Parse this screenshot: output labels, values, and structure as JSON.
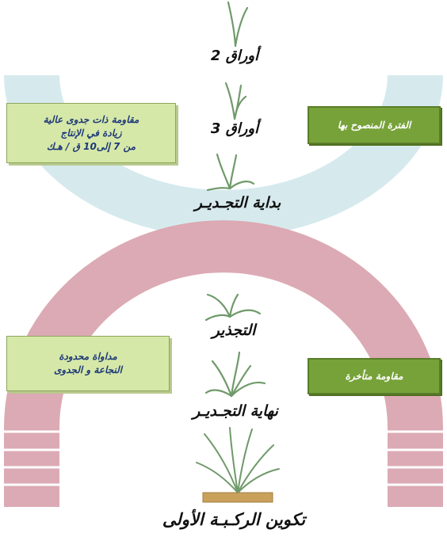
{
  "stages": {
    "leaves_2": "2 أوراق",
    "leaves_3": "3 أوراق",
    "tillering_start": "بداية التجـديـر",
    "tillering": "التجذير",
    "tillering_end": "نهاية التجـديـر",
    "first_node": "تكوين الركـبـة الأولى"
  },
  "boxes": {
    "top_left": {
      "lines": [
        "مقاومة ذات جدوى عالية",
        "زيادة في الإنتاج",
        "من 7 إلى10 ق / هـك"
      ]
    },
    "top_right": {
      "text": "الفترة المنصوح بها"
    },
    "bottom_left": {
      "lines": [
        "مداواة محدودة",
        "النجاعة و الجدوى"
      ]
    },
    "bottom_right": {
      "text": "مقاومة متأخرة"
    }
  },
  "colors": {
    "top_arch": "#d6eaee",
    "bottom_arch": "#dcaab4",
    "box_light": "#d6e8a8",
    "box_dark": "#77a23a",
    "soil": "#c9a15a"
  }
}
